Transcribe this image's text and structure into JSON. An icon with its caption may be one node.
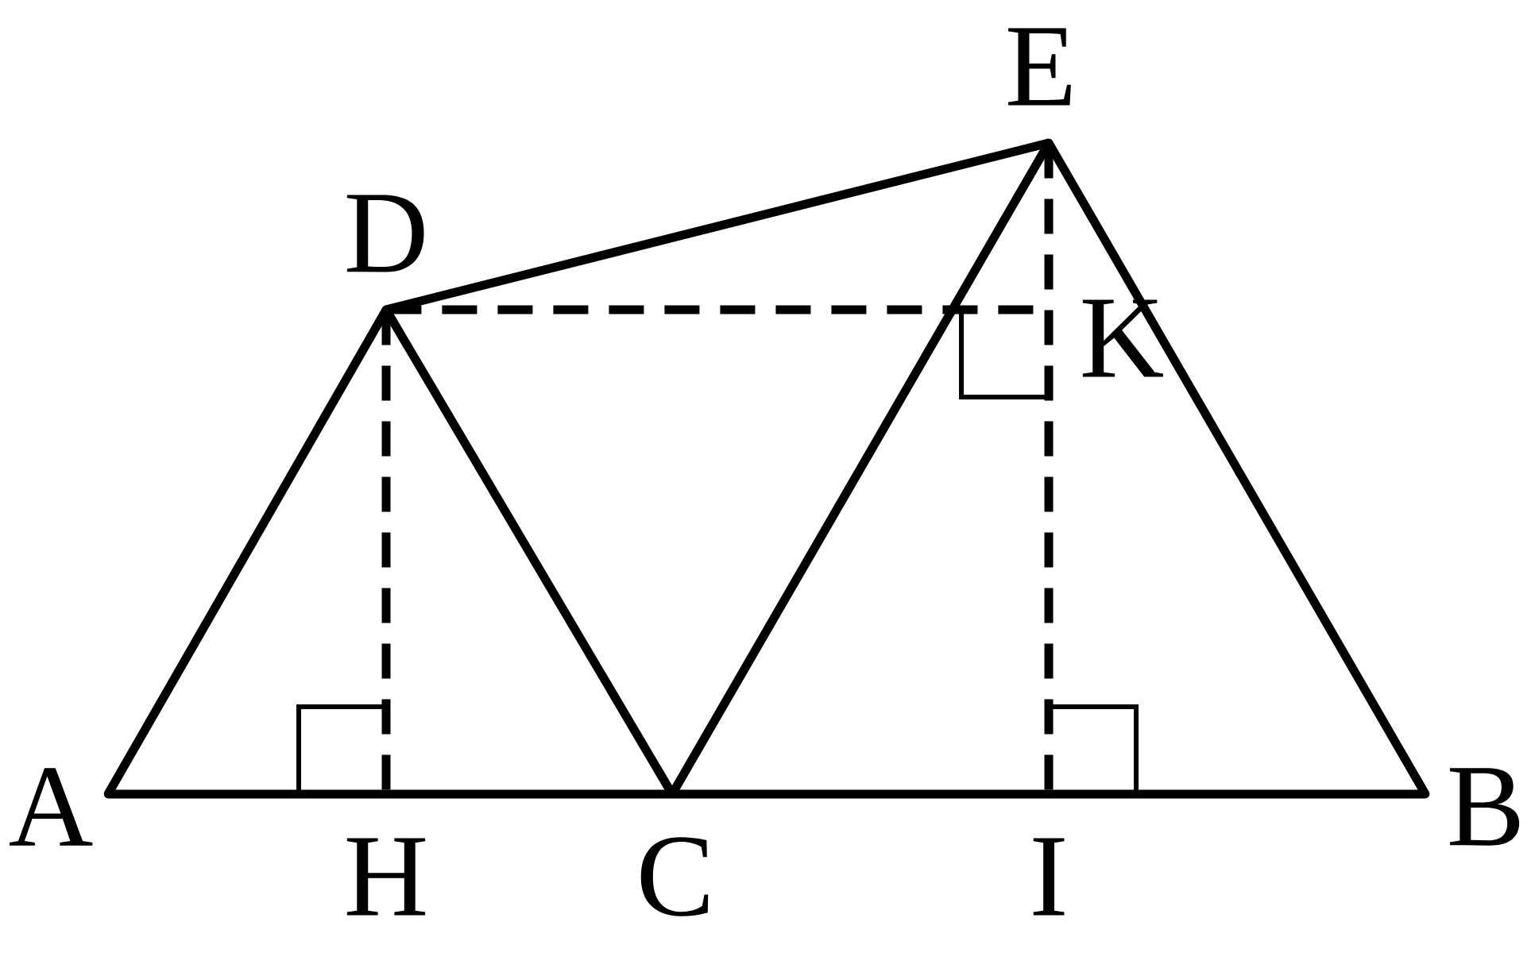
{
  "diagram": {
    "nodes": [
      {
        "text": [
          "E"
        ]
      },
      {
        "text": [
          "D"
        ]
      },
      {
        "text": [
          "K"
        ]
      },
      {
        "text": [
          "A"
        ]
      },
      {
        "text": [
          "B"
        ]
      },
      {
        "text": [
          "H"
        ]
      },
      {
        "text": [
          "C"
        ]
      },
      {
        "text": [
          "I"
        ]
      }
    ],
    "edges": [
      {
        "from": 3,
        "to": 1,
        "arrow": "none"
      },
      {
        "from": 1,
        "to": 6,
        "arrow": "none"
      },
      {
        "from": 6,
        "to": 0,
        "arrow": "none"
      },
      {
        "from": 0,
        "to": 4,
        "arrow": "none"
      },
      {
        "from": 3,
        "to": 4,
        "arrow": "none"
      },
      {
        "from": 1,
        "to": 0,
        "arrow": "none"
      },
      {
        "from": 1,
        "to": 2,
        "arrow": "none",
        "style": "dashed"
      },
      {
        "from": 1,
        "to": 5,
        "arrow": "none",
        "style": "dashed"
      },
      {
        "from": 0,
        "to": 7,
        "arrow": "none",
        "style": "dashed"
      }
    ]
  }
}
